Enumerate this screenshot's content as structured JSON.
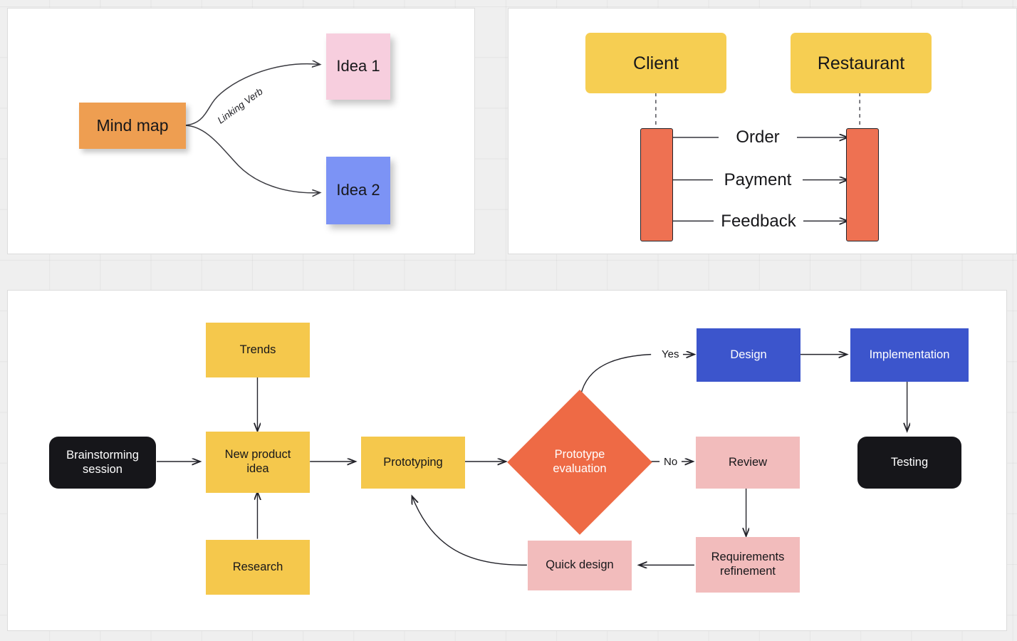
{
  "canvas": {
    "background_color": "#efefef",
    "grid": true
  },
  "panels": [
    {
      "name": "mind-map"
    },
    {
      "name": "sequence-diagram"
    },
    {
      "name": "flowchart"
    }
  ],
  "mind_map": {
    "root": {
      "label": "Mind map",
      "color": "#EE9E51"
    },
    "notes": [
      {
        "label": "Idea 1",
        "color": "#F7CEDE"
      },
      {
        "label": "Idea 2",
        "color": "#7C93F5"
      }
    ],
    "edge_label": "Linking Verb"
  },
  "sequence": {
    "actors": [
      {
        "label": "Client",
        "color": "#F6CE52"
      },
      {
        "label": "Restaurant",
        "color": "#F6CE52"
      }
    ],
    "activation_color": "#EE7152",
    "messages": [
      {
        "label": "Order",
        "from": "Client",
        "to": "Restaurant"
      },
      {
        "label": "Payment",
        "from": "Client",
        "to": "Restaurant"
      },
      {
        "label": "Feedback",
        "from": "Client",
        "to": "Restaurant"
      }
    ]
  },
  "flowchart": {
    "nodes": [
      {
        "id": "brainstorming",
        "label": "Brainstorming\nsession",
        "shape": "rounded-rect",
        "color": "#16161a",
        "text_color": "#ffffff"
      },
      {
        "id": "trends",
        "label": "Trends",
        "shape": "rect",
        "color": "#F5C84C",
        "text_color": "#17171a"
      },
      {
        "id": "research",
        "label": "Research",
        "shape": "rect",
        "color": "#F5C84C",
        "text_color": "#17171a"
      },
      {
        "id": "new-product-idea",
        "label": "New product\nidea",
        "shape": "rect",
        "color": "#F5C84C",
        "text_color": "#17171a"
      },
      {
        "id": "prototyping",
        "label": "Prototyping",
        "shape": "rect",
        "color": "#F5C84C",
        "text_color": "#17171a"
      },
      {
        "id": "prototype-evaluation",
        "label": "Prototype\nevaluation",
        "shape": "diamond",
        "color": "#EE6A45",
        "text_color": "#ffffff"
      },
      {
        "id": "design",
        "label": "Design",
        "shape": "rect",
        "color": "#3C55CC",
        "text_color": "#ffffff"
      },
      {
        "id": "implementation",
        "label": "Implementation",
        "shape": "rect",
        "color": "#3C55CC",
        "text_color": "#ffffff"
      },
      {
        "id": "testing",
        "label": "Testing",
        "shape": "rounded-rect",
        "color": "#16161a",
        "text_color": "#ffffff"
      },
      {
        "id": "review",
        "label": "Review",
        "shape": "rect",
        "color": "#F2BCBC",
        "text_color": "#17171a"
      },
      {
        "id": "requirements-refinement",
        "label": "Requirements\nrefinement",
        "shape": "rect",
        "color": "#F2BCBC",
        "text_color": "#17171a"
      },
      {
        "id": "quick-design",
        "label": "Quick design",
        "shape": "rect",
        "color": "#F2BCBC",
        "text_color": "#17171a"
      }
    ],
    "branch_labels": {
      "yes": "Yes",
      "no": "No"
    }
  }
}
